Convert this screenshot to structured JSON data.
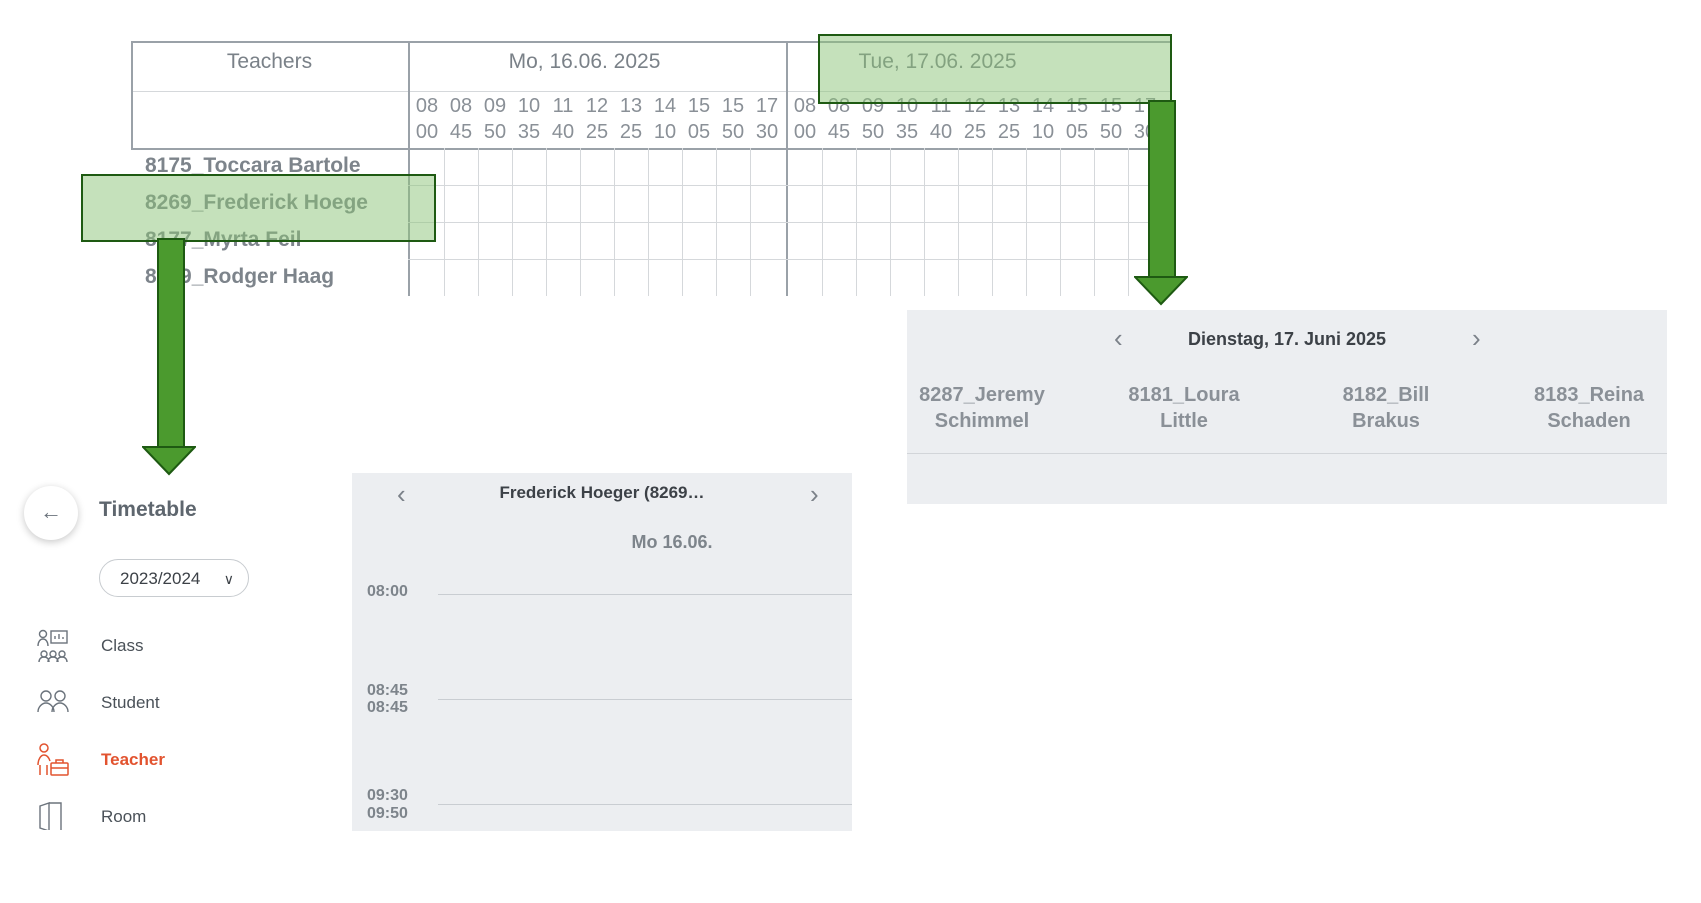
{
  "overview": {
    "teachers_header": "Teachers",
    "days": [
      {
        "label": "Mo, 16.06. 2025"
      },
      {
        "label": "Tue, 17.06. 2025"
      }
    ],
    "time_ticks": [
      {
        "h": "08",
        "m": "00"
      },
      {
        "h": "08",
        "m": "45"
      },
      {
        "h": "09",
        "m": "50"
      },
      {
        "h": "10",
        "m": "35"
      },
      {
        "h": "11",
        "m": "40"
      },
      {
        "h": "12",
        "m": "25"
      },
      {
        "h": "13",
        "m": "25"
      },
      {
        "h": "14",
        "m": "10"
      },
      {
        "h": "15",
        "m": "05"
      },
      {
        "h": "15",
        "m": "50"
      },
      {
        "h": "17",
        "m": "30"
      }
    ],
    "teachers": [
      "8175_Toccara Bartole",
      "8269_Frederick Hoege",
      "8177_Myrta Feil",
      "8179_Rodger Haag"
    ]
  },
  "day_view": {
    "prev_icon": "chevron-left-icon",
    "next_icon": "chevron-right-icon",
    "prev_glyph": "‹",
    "next_glyph": "›",
    "date_title": "Dienstag, 17. Juni 2025",
    "teachers": [
      {
        "line1": "8287_Jeremy",
        "line2": "Schimmel"
      },
      {
        "line1": "8181_Loura",
        "line2": "Little"
      },
      {
        "line1": "8182_Bill",
        "line2": "Brakus"
      },
      {
        "line1": "8183_Reina",
        "line2": "Schaden"
      }
    ]
  },
  "sidebar": {
    "back_glyph": "←",
    "title": "Timetable",
    "school_year": "2023/2024",
    "dropdown_glyph": "∨",
    "items": [
      {
        "label": "Class",
        "icon": "class-icon",
        "active": false
      },
      {
        "label": "Student",
        "icon": "student-icon",
        "active": false
      },
      {
        "label": "Teacher",
        "icon": "teacher-icon",
        "active": true
      },
      {
        "label": "Room",
        "icon": "room-icon",
        "active": false
      }
    ]
  },
  "teacher_timetable": {
    "prev_glyph": "‹",
    "next_glyph": "›",
    "title": "Frederick Hoeger (8269…",
    "day": "Mo 16.06.",
    "times": [
      "08:00",
      "08:45",
      "08:45",
      "09:30",
      "09:50"
    ]
  },
  "colors": {
    "highlight_fill": "#8cc478",
    "highlight_border": "#1e5a12",
    "arrow_fill": "#4b9a2e",
    "active_accent": "#e2532f",
    "panel_bg": "#eceef1"
  }
}
